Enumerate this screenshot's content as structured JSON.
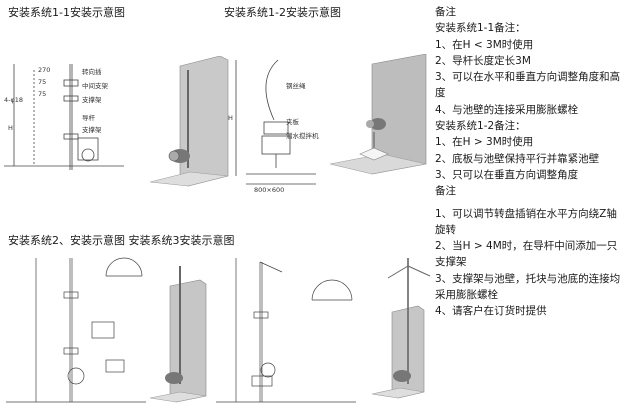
{
  "captions": {
    "sys1_1": "安装系统1-1安装示意图",
    "sys1_2": "安装系统1-2安装示意图",
    "sys2_3": "安装系统2、安装示意图 安装系统3安装示意图"
  },
  "diagram1": {
    "labels": [
      "转向插",
      "中间支架",
      "支撑架",
      "导杆",
      "支撑架",
      "4-φ18",
      "H",
      "270",
      "75",
      "75"
    ]
  },
  "diagram2": {
    "labels": [
      "钢丝绳",
      "夹板",
      "潜水搅拌机",
      "H",
      "800×600"
    ]
  },
  "notes": {
    "heading1": "备注",
    "sub1": "安装系统1-1备注：",
    "s1_items": [
      "1、在H < 3M时使用",
      "2、导杆长度定长3M",
      "3、可以在水平和垂直方向调整角度和高度",
      "4、与池壁的连接采用膨胀螺栓"
    ],
    "sub2": "安装系统1-2备注：",
    "s2_items": [
      "1、在H > 3M时使用",
      "2、底板与池壁保持平行并靠紧池壁",
      "3、只可以在垂直方向调整角度"
    ],
    "heading2": "备注",
    "s3_items": [
      "1、可以调节转盘插销在水平方向绕Z轴旋转",
      "2、当H > 4M时，在导杆中间添加一只支撑架",
      "3、支撑架与池壁，托块与池底的连接均采用膨胀螺栓",
      "4、请客户在订货时提供"
    ]
  },
  "colors": {
    "line": "#444444",
    "wall": "#bdbdbd",
    "wall_dark": "#8e8e8e",
    "floor": "#d6d6d6"
  }
}
